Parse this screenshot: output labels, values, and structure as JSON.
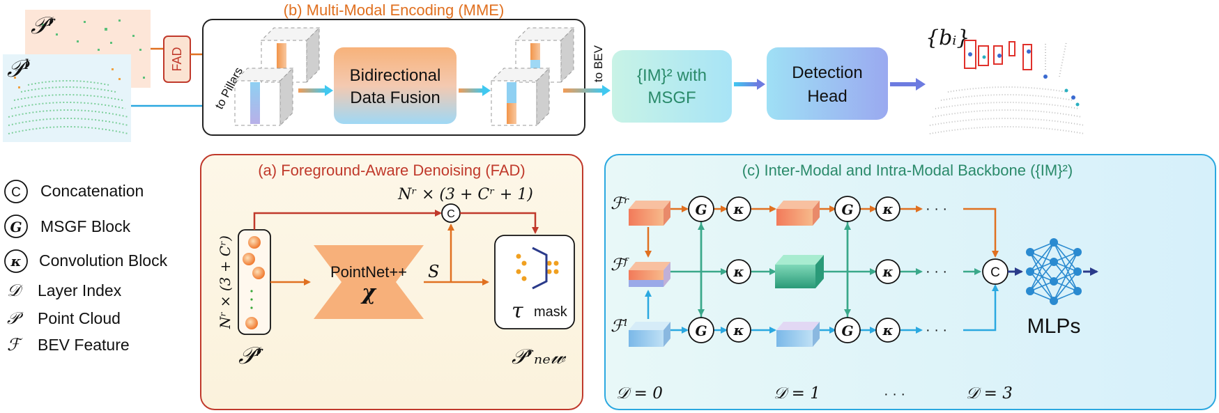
{
  "mme": {
    "title": "(b) Multi-Modal Encoding (MME)",
    "fad_tag": "FAD",
    "to_pillars": "to Pillars",
    "fusion_line1": "Bidirectional",
    "fusion_line2": "Data Fusion",
    "to_bev": "to BEV",
    "im2_line1": "{IM}² with",
    "im2_line2": "MSGF",
    "head_line1": "Detection",
    "head_line2": "Head",
    "input_radar": "𝒫ʳ",
    "input_lidar": "𝒫ˡ",
    "output_boxes": "{bᵢ}"
  },
  "legend": [
    {
      "symbol": "C",
      "label": "Concatenation"
    },
    {
      "symbol": "G",
      "label": "MSGF Block"
    },
    {
      "symbol": "κ",
      "label": "Convolution Block"
    },
    {
      "symbol": "𝒟",
      "label": "Layer Index"
    },
    {
      "symbol": "𝒫",
      "label": "Point Cloud"
    },
    {
      "symbol": "ℱ",
      "label": "BEV Feature"
    }
  ],
  "fad": {
    "title": "(a) Foreground-Aware Denoising (FAD)",
    "dim_top": "Nʳ × (3 + Cʳ + 1)",
    "dim_side": "Nʳ × (3 + Cʳ)",
    "pointnet": "PointNet++",
    "chi": "χ",
    "s_label": "S",
    "tau": "τ",
    "mask": "mask",
    "input_label": "𝒫ʳ",
    "output_label": "𝒫ʳₙₑ𝓌",
    "concat": "C"
  },
  "backbone": {
    "title": "(c) Inter-Modal and Intra-Modal Backbone ({IM}²)",
    "f_r": "ℱʳ",
    "f_f": "ℱᶠ",
    "f_l": "ℱˡ",
    "g": "G",
    "k": "κ",
    "c": "C",
    "dots": "· · ·",
    "d0": "𝒟 = 0",
    "d1": "𝒟 = 1",
    "d3": "𝒟 = 3",
    "mlps": "MLPs"
  },
  "colors": {
    "orange": "#e07020",
    "blue": "#2aa8e0",
    "green": "#3aa88a",
    "red": "#c0392b",
    "navy": "#2a3a8a",
    "title_green": "#2a8a6a"
  }
}
